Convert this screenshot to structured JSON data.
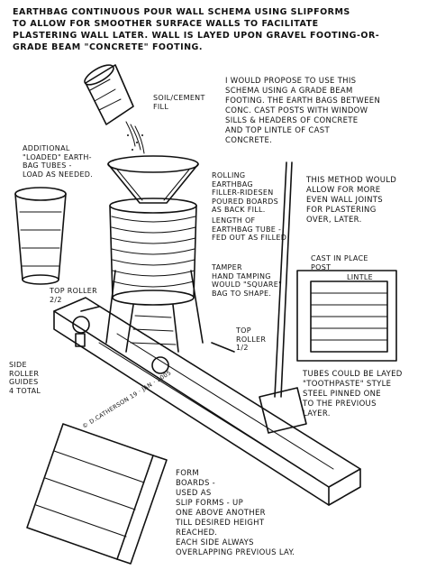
{
  "title": {
    "line1": "Earthbag Continuous Pour wall schema using slipforms",
    "line2": "to allow for smoother surface walls to facilitate",
    "line3": "Plastering wall later. Wall is layed upon Gravel footing-or-",
    "line4": "Grade beam \"Concrete\" footing."
  },
  "notes": {
    "proposal": "I would propose to use this\nSchema using a Grade Beam\nfooting. The earth bags between\nConc. Cast posts with window\nsills & headers of concrete\nand top lintle of cast\nconcrete.",
    "method": "This method would\nallow for more\neven wall joints\nfor plastering\nover, later.",
    "tubes": "Tubes could be layed\n\"toothpaste\" style\nsteel pinned one\nto the previous\nlayer.",
    "form_boards": "Form\nBoards -\nused as\nslip forms - up\none above another\ntill desired height\nreached.\nEach side always\noverlapping previous lay."
  },
  "labels": {
    "soil_cement": "Soil/Cement\nFill",
    "additional_tubes": "Additional\n\"Loaded\" earth-\nbag tubes -\nload as needed.",
    "rolling_earthbag": "Rolling\nEarthbag\nFiller-Ridesen\nPoured Boards\nas back fill.",
    "length_tube": "Length of\nEarthbag tube -\nfed out as filled",
    "tamper": "Tamper\nHand Tamping\nwould \"square\"\nbag to shape.",
    "top_roller_left": "Top roller\n2/2",
    "top_roller_right": "Top\nroller\n1/2",
    "side_roller": "Side\nroller\nguides\n4 total",
    "cast_post": "Cast in place\npost",
    "lintle": "Lintle",
    "signature": "© D.Catherson 19 · Jan · 2005"
  }
}
